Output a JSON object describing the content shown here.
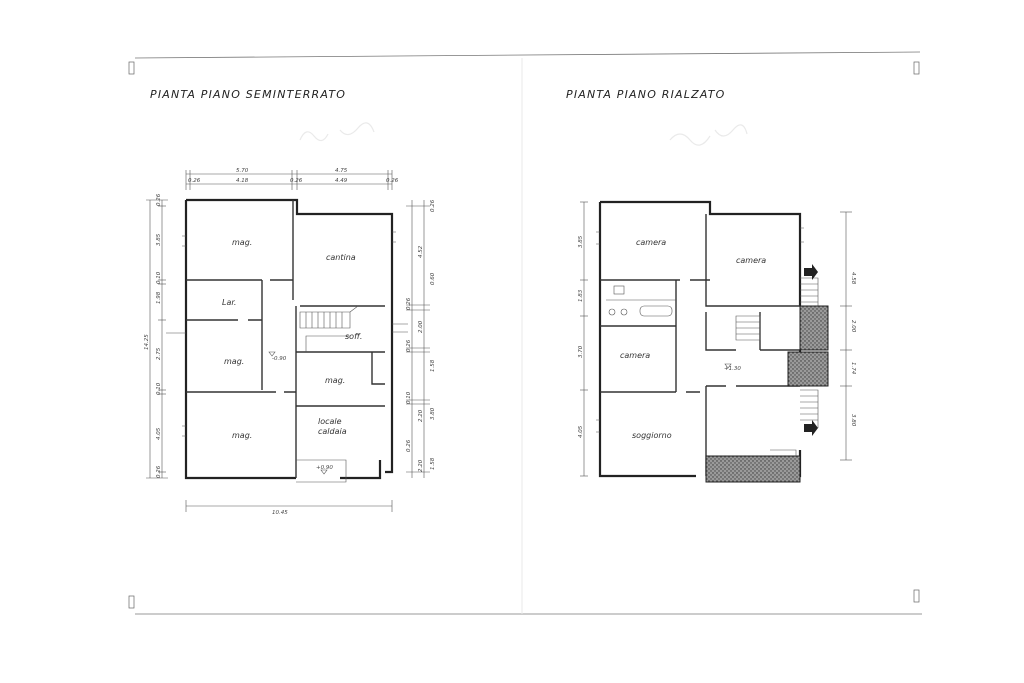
{
  "sheet": {
    "left_plan": {
      "title": "PIANTA  PIANO  SEMINTERRATO",
      "rooms": {
        "mag_top": "mag.",
        "cantina": "cantina",
        "lav": "Lar.",
        "mag_mid": "mag.",
        "soff": "soff.",
        "mag_right": "mag.",
        "locale": "locale",
        "caldaia": "caldaia",
        "mag_bottom": "mag."
      },
      "levels": {
        "inner": "-0.90",
        "entry": "+0.90"
      },
      "dimensions": {
        "top_total_a": "5.70",
        "top_total_b": "4.75",
        "top_wall_1": "0.26",
        "top_wall_2": "0.26",
        "top_wall_3": "0.26",
        "top_inner_a": "4.18",
        "top_inner_b": "4.49",
        "bottom_total": "10.45",
        "left_total": "14.25",
        "left_a": "0.26",
        "left_b": "3.85",
        "left_c": "0.10",
        "left_d": "1.98",
        "left_e": "2.75",
        "left_f": "0.10",
        "left_g": "4.05",
        "left_h": "0.26",
        "right_a": "0.26",
        "right_b": "4.52",
        "right_c": "0.26",
        "right_d": "2.00",
        "right_e": "0.26",
        "right_f": "1.58",
        "right_g": "0.60",
        "right_h": "0.10",
        "right_i": "2.20",
        "right_j": "0.26",
        "right_k": "1.58",
        "right_l": "3.80",
        "right_m": "2.20"
      }
    },
    "right_plan": {
      "title": "PIANTA  PIANO  RIALZATO",
      "rooms": {
        "camera_1": "camera",
        "camera_2": "camera",
        "camera_3": "camera",
        "soggiorno": "soggiorno"
      },
      "levels": {
        "hall": "+1.30"
      },
      "dimensions": {
        "left_a": "3.85",
        "left_b": "1.83",
        "left_c": "3.70",
        "left_d": "4.05",
        "right_a": "4.58",
        "right_b": "2.00",
        "right_c": "1.74",
        "right_d": "3.80"
      }
    }
  }
}
